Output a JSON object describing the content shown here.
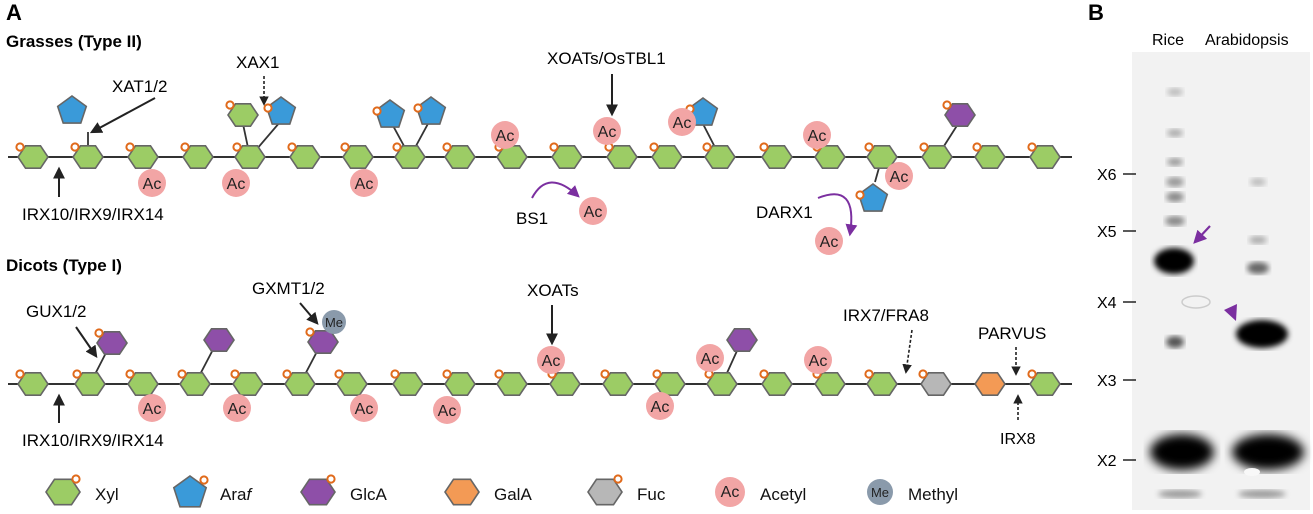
{
  "panel_a": {
    "label": "A",
    "grasses_title": "Grasses (Type II)",
    "dicots_title": "Dicots (Type I)",
    "grasses_enzymes": {
      "xat": "XAT1/2",
      "xax": "XAX1",
      "xoats_os": "XOATs/OsTBL1",
      "irx10": "IRX10/IRX9/IRX14",
      "bs1": "BS1",
      "darx1": "DARX1"
    },
    "dicots_enzymes": {
      "gux": "GUX1/2",
      "gxmt": "GXMT1/2",
      "xoats": "XOATs",
      "irx7": "IRX7/FRA8",
      "parvus": "PARVUS",
      "irx10": "IRX10/IRX9/IRX14",
      "irx8": "IRX8"
    },
    "acetyl_label": "Ac",
    "methyl_label": "Me",
    "legend": [
      {
        "label": "Xyl",
        "italic": "",
        "shape": "hexagon",
        "color": "#9ccc65",
        "dot": true
      },
      {
        "label": "Ara",
        "italic": "f",
        "shape": "pentagon",
        "color": "#3a9ad9",
        "dot": true
      },
      {
        "label": "GlcA",
        "italic": "",
        "shape": "hexagon",
        "color": "#8e4fa8",
        "dot": true
      },
      {
        "label": "GalA",
        "italic": "",
        "shape": "hexagon",
        "color": "#f39a55",
        "dot": false
      },
      {
        "label": "Fuc",
        "italic": "",
        "shape": "hexagon",
        "color": "#b7b7b7",
        "dot": true
      },
      {
        "label": "Acetyl",
        "italic": "",
        "shape": "circle",
        "color": "#f2a5a5",
        "text": "Ac"
      },
      {
        "label": "Methyl",
        "italic": "",
        "shape": "circle",
        "color": "#8a9aab",
        "text": "Me"
      }
    ],
    "colors": {
      "xyl": "#9ccc65",
      "ara": "#3a9ad9",
      "glca": "#8e4fa8",
      "gala": "#f39a55",
      "fuc": "#b7b7b7",
      "acetyl": "#f2a5a5",
      "methyl": "#8a9aab",
      "curve_arrow": "#7b2fa0",
      "dot": "#e06a1b"
    }
  },
  "panel_b": {
    "label": "B",
    "lanes": [
      "Rice",
      "Arabidopsis"
    ],
    "markers": [
      "X6",
      "X5",
      "X4",
      "X3",
      "X2"
    ],
    "arrow_color": "#7b2fa0"
  }
}
